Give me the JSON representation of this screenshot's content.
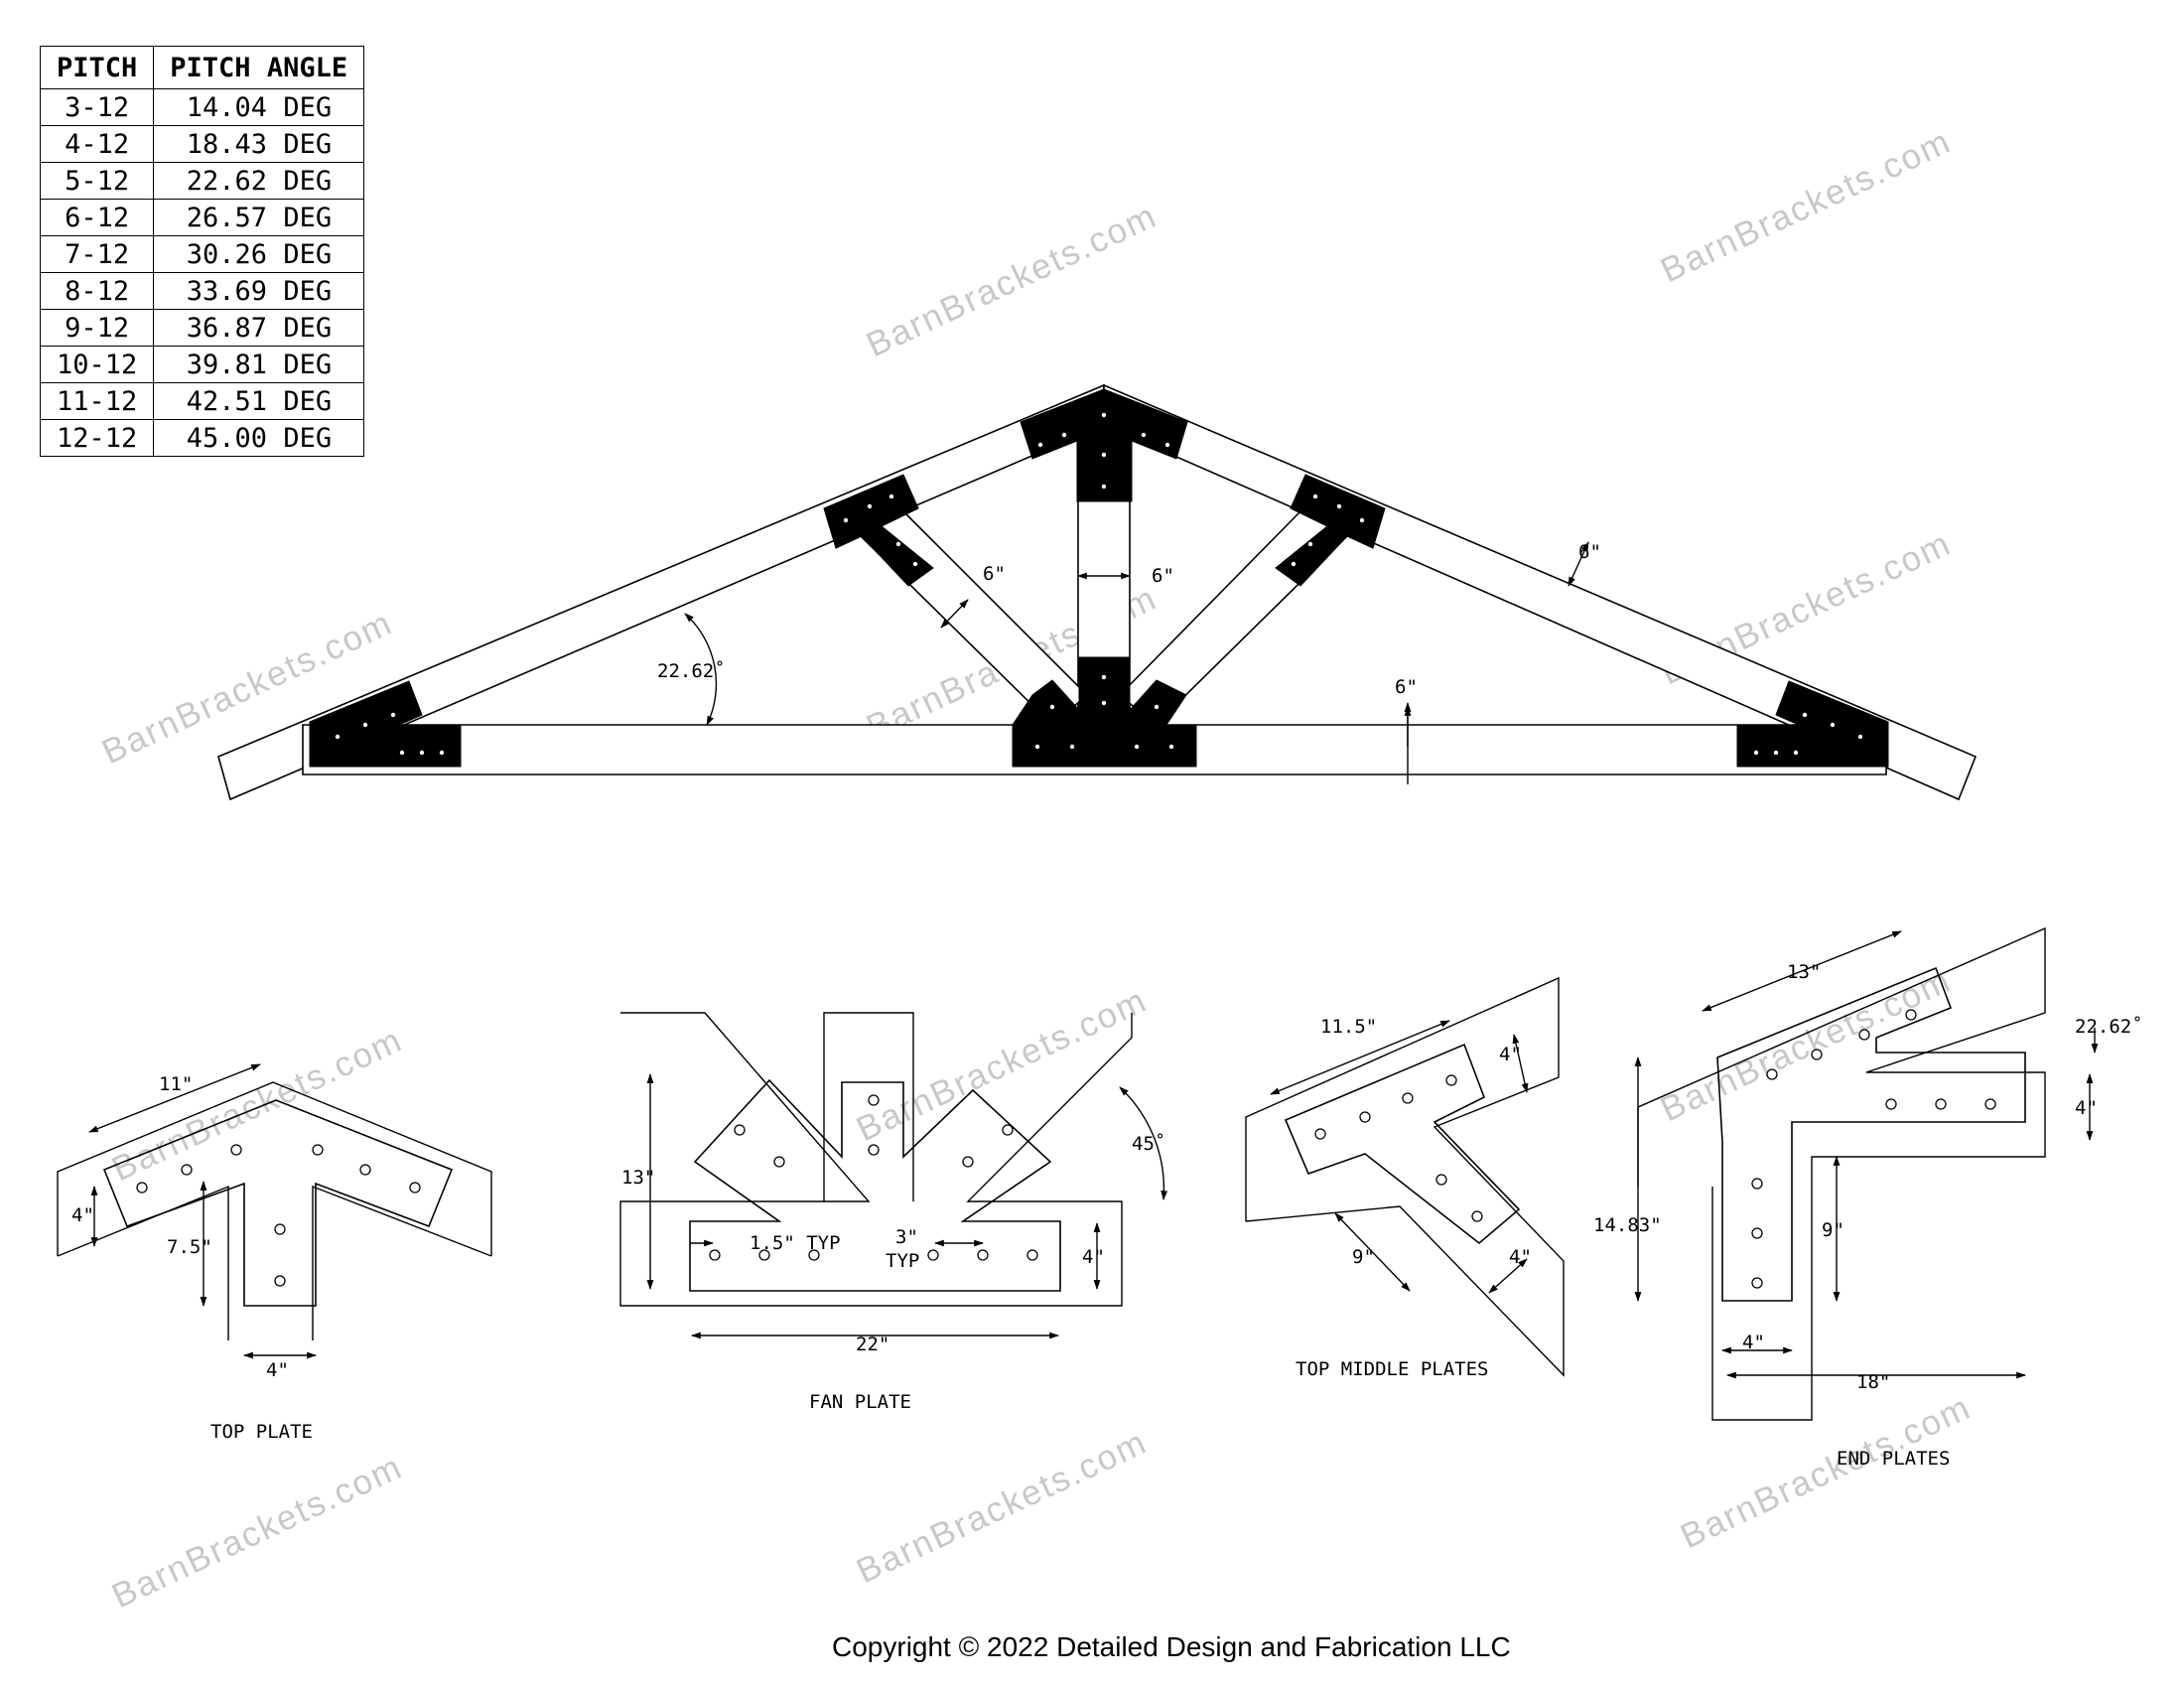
{
  "table": {
    "headers": [
      "PITCH",
      "PITCH ANGLE"
    ],
    "rows": [
      [
        "3-12",
        "14.04 DEG"
      ],
      [
        "4-12",
        "18.43 DEG"
      ],
      [
        "5-12",
        "22.62 DEG"
      ],
      [
        "6-12",
        "26.57 DEG"
      ],
      [
        "7-12",
        "30.26 DEG"
      ],
      [
        "8-12",
        "33.69 DEG"
      ],
      [
        "9-12",
        "36.87 DEG"
      ],
      [
        "10-12",
        "39.81 DEG"
      ],
      [
        "11-12",
        "42.51 DEG"
      ],
      [
        "12-12",
        "45.00 DEG"
      ]
    ]
  },
  "truss": {
    "angle_label": "22.62˚",
    "dim_web_left": "6\"",
    "dim_post": "6\"",
    "dim_rafter": "6\"",
    "dim_chord": "6\""
  },
  "top_plate": {
    "label": "TOP PLATE",
    "dim_length": "11\"",
    "dim_width": "4\"",
    "dim_stem": "7.5\"",
    "dim_stem_width": "4\""
  },
  "fan_plate": {
    "label": "FAN PLATE",
    "dim_height": "13\"",
    "dim_angle": "45˚",
    "dim_edge": "1.5\" TYP",
    "dim_spacing_a": "3\"",
    "dim_spacing_b": "TYP",
    "dim_width": "4\"",
    "dim_length": "22\""
  },
  "top_middle": {
    "label": "TOP MIDDLE PLATES",
    "dim_length": "11.5\"",
    "dim_width": "4\"",
    "dim_leg": "9\"",
    "dim_leg_width": "4\""
  },
  "end_plates": {
    "label": "END PLATES",
    "dim_top": "13\"",
    "dim_angle": "22.62˚",
    "dim_width": "4\"",
    "dim_height": "14.83\"",
    "dim_stem": "9\"",
    "dim_stem_width": "4\"",
    "dim_length": "18\""
  },
  "watermark": "BarnBrackets.com",
  "copyright": "Copyright © 2022 Detailed Design and Fabrication LLC"
}
